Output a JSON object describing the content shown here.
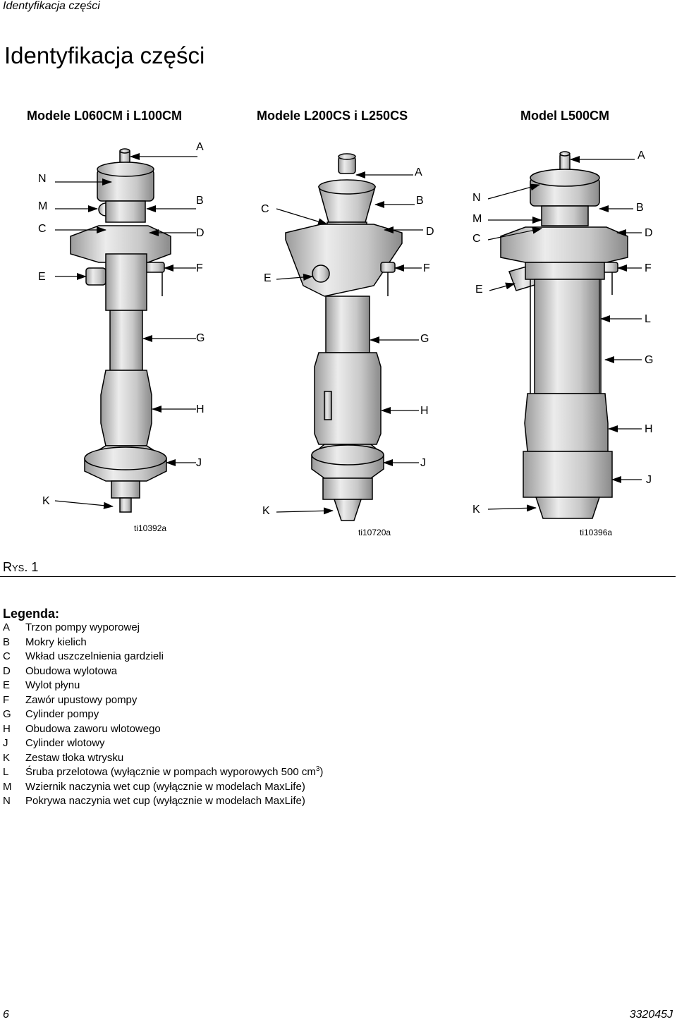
{
  "header": {
    "running_title": "Identyfikacja części"
  },
  "page_title": "Identyfikacja części",
  "models": [
    {
      "title": "Modele L060CM i L100CM",
      "figure_id": "ti10392a",
      "callouts": {
        "A": "A",
        "N": "N",
        "M": "M",
        "B": "B",
        "C": "C",
        "D": "D",
        "E": "E",
        "F": "F",
        "G": "G",
        "H": "H",
        "J": "J",
        "K": "K"
      }
    },
    {
      "title": "Modele L200CS i L250CS",
      "figure_id": "ti10720a",
      "callouts": {
        "A": "A",
        "C": "C",
        "B": "B",
        "D": "D",
        "E": "E",
        "F": "F",
        "G": "G",
        "H": "H",
        "J": "J",
        "K": "K"
      }
    },
    {
      "title": "Model L500CM",
      "figure_id": "ti10396a",
      "callouts": {
        "A": "A",
        "N": "N",
        "M": "M",
        "C": "C",
        "B": "B",
        "D": "D",
        "E": "E",
        "F": "F",
        "L": "L",
        "G": "G",
        "H": "H",
        "J": "J",
        "K": "K"
      }
    }
  ],
  "figure_caption": {
    "prefix_r": "R",
    "prefix_ys": "YS",
    "number": ". 1"
  },
  "legend": {
    "title": "Legenda:",
    "items": [
      {
        "key": "A",
        "text": "Trzon pompy wyporowej"
      },
      {
        "key": "B",
        "text": "Mokry kielich"
      },
      {
        "key": "C",
        "text": "Wkład uszczelnienia gardzieli"
      },
      {
        "key": "D",
        "text": "Obudowa wylotowa"
      },
      {
        "key": "E",
        "text": "Wylot płynu"
      },
      {
        "key": "F",
        "text": "Zawór upustowy pompy"
      },
      {
        "key": "G",
        "text": "Cylinder pompy"
      },
      {
        "key": "H",
        "text": "Obudowa zaworu wlotowego"
      },
      {
        "key": "J",
        "text": "Cylinder wlotowy"
      },
      {
        "key": "K",
        "text": "Zestaw tłoka wtrysku"
      },
      {
        "key": "L",
        "text": "Śruba przelotowa (wyłącznie w pompach wyporowych 500 cm",
        "sup": "3",
        "tail": ")"
      },
      {
        "key": "M",
        "text": "Wziernik naczynia wet cup (wyłącznie w modelach MaxLife)"
      },
      {
        "key": "N",
        "text": "Pokrywa naczynia wet cup (wyłącznie w modelach MaxLife)"
      }
    ]
  },
  "footer": {
    "page_number": "6",
    "document_number": "332045J"
  }
}
